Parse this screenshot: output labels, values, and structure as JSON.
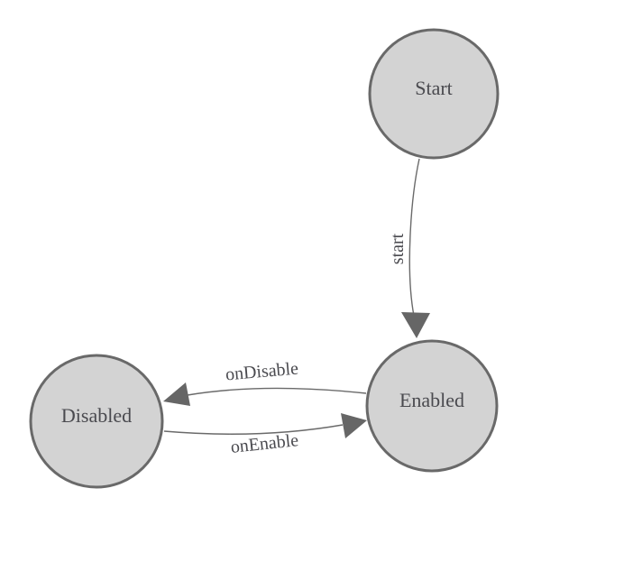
{
  "diagram": {
    "type": "state-machine",
    "nodes": [
      {
        "id": "start",
        "label": "Start"
      },
      {
        "id": "enabled",
        "label": "Enabled"
      },
      {
        "id": "disabled",
        "label": "Disabled"
      }
    ],
    "edges": [
      {
        "id": "start-to-enabled",
        "label": "start",
        "from": "Start",
        "to": "Enabled"
      },
      {
        "id": "enabled-to-disabled",
        "label": "onDisable",
        "from": "Enabled",
        "to": "Disabled"
      },
      {
        "id": "disabled-to-enabled",
        "label": "onEnable",
        "from": "Disabled",
        "to": "Enabled"
      }
    ],
    "colors": {
      "background": "#ffffff",
      "node_fill": "#d3d3d3",
      "node_stroke": "#696969",
      "edge_stroke": "#6a6a6a",
      "arrow_fill": "#666666",
      "label_text": "#4a4a4f"
    }
  }
}
